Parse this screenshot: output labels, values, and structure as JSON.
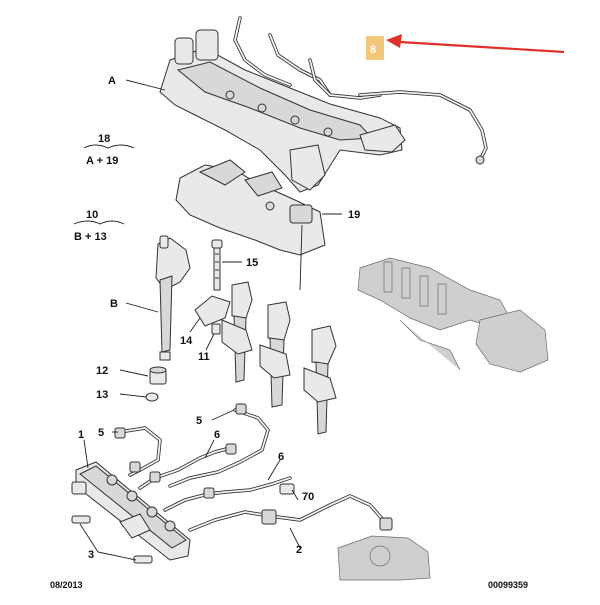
{
  "labels": {
    "A": "A",
    "B": "B",
    "n1": "1",
    "n2": "2",
    "n3": "3",
    "n5a": "5",
    "n5b": "5",
    "n6a": "6",
    "n6b": "6",
    "n8": "8",
    "n11": "11",
    "n12": "12",
    "n13": "13",
    "n14": "14",
    "n15": "15",
    "n19": "19",
    "n70": "70"
  },
  "groups": {
    "g18_top": "18",
    "g18_bottom": "A + 19",
    "g10_top": "10",
    "g10_bottom": "B + 13"
  },
  "footer": {
    "date": "08/2013",
    "reference": "00099359"
  },
  "colors": {
    "highlight_box": "#f3c77a",
    "highlight_text": "#ffffff",
    "arrow": "#e0312b"
  }
}
